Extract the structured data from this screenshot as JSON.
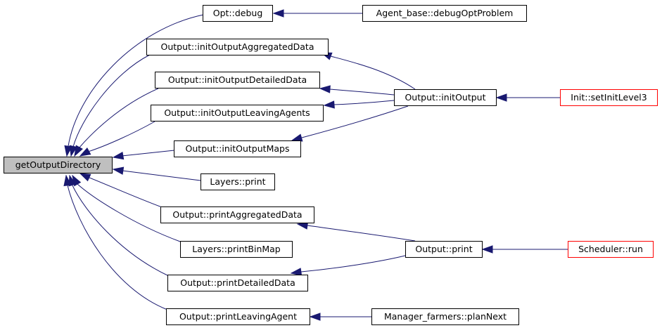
{
  "diagram": {
    "edge_color": "#191970",
    "nodes": {
      "get_output_directory": "getOutputDirectory",
      "opt_debug": "Opt::debug",
      "agent_debug_opt_problem": "Agent_base::debugOptProblem",
      "init_output_aggregated": "Output::initOutputAggregatedData",
      "init_output_detailed": "Output::initOutputDetailedData",
      "init_output_leaving": "Output::initOutputLeavingAgents",
      "init_output_maps": "Output::initOutputMaps",
      "init_output": "Output::initOutput",
      "set_init_level": "Init::setInitLevel3",
      "layers_print": "Layers::print",
      "print_aggregated": "Output::printAggregatedData",
      "layers_print_bin_map": "Layers::printBinMap",
      "output_print": "Output::print",
      "scheduler_run": "Scheduler::run",
      "print_detailed": "Output::printDetailedData",
      "print_leaving_agent": "Output::printLeavingAgent",
      "plan_next": "Manager_farmers::planNext"
    },
    "edges": [
      [
        "opt_debug",
        "get_output_directory"
      ],
      [
        "agent_debug_opt_problem",
        "opt_debug"
      ],
      [
        "init_output_aggregated",
        "get_output_directory"
      ],
      [
        "init_output_detailed",
        "get_output_directory"
      ],
      [
        "init_output_leaving",
        "get_output_directory"
      ],
      [
        "init_output_maps",
        "get_output_directory"
      ],
      [
        "layers_print",
        "get_output_directory"
      ],
      [
        "print_aggregated",
        "get_output_directory"
      ],
      [
        "layers_print_bin_map",
        "get_output_directory"
      ],
      [
        "print_detailed",
        "get_output_directory"
      ],
      [
        "print_leaving_agent",
        "get_output_directory"
      ],
      [
        "init_output",
        "init_output_aggregated"
      ],
      [
        "init_output",
        "init_output_detailed"
      ],
      [
        "init_output",
        "init_output_leaving"
      ],
      [
        "init_output",
        "init_output_maps"
      ],
      [
        "set_init_level",
        "init_output"
      ],
      [
        "output_print",
        "print_aggregated"
      ],
      [
        "output_print",
        "print_detailed"
      ],
      [
        "scheduler_run",
        "output_print"
      ],
      [
        "plan_next",
        "print_leaving_agent"
      ]
    ]
  }
}
